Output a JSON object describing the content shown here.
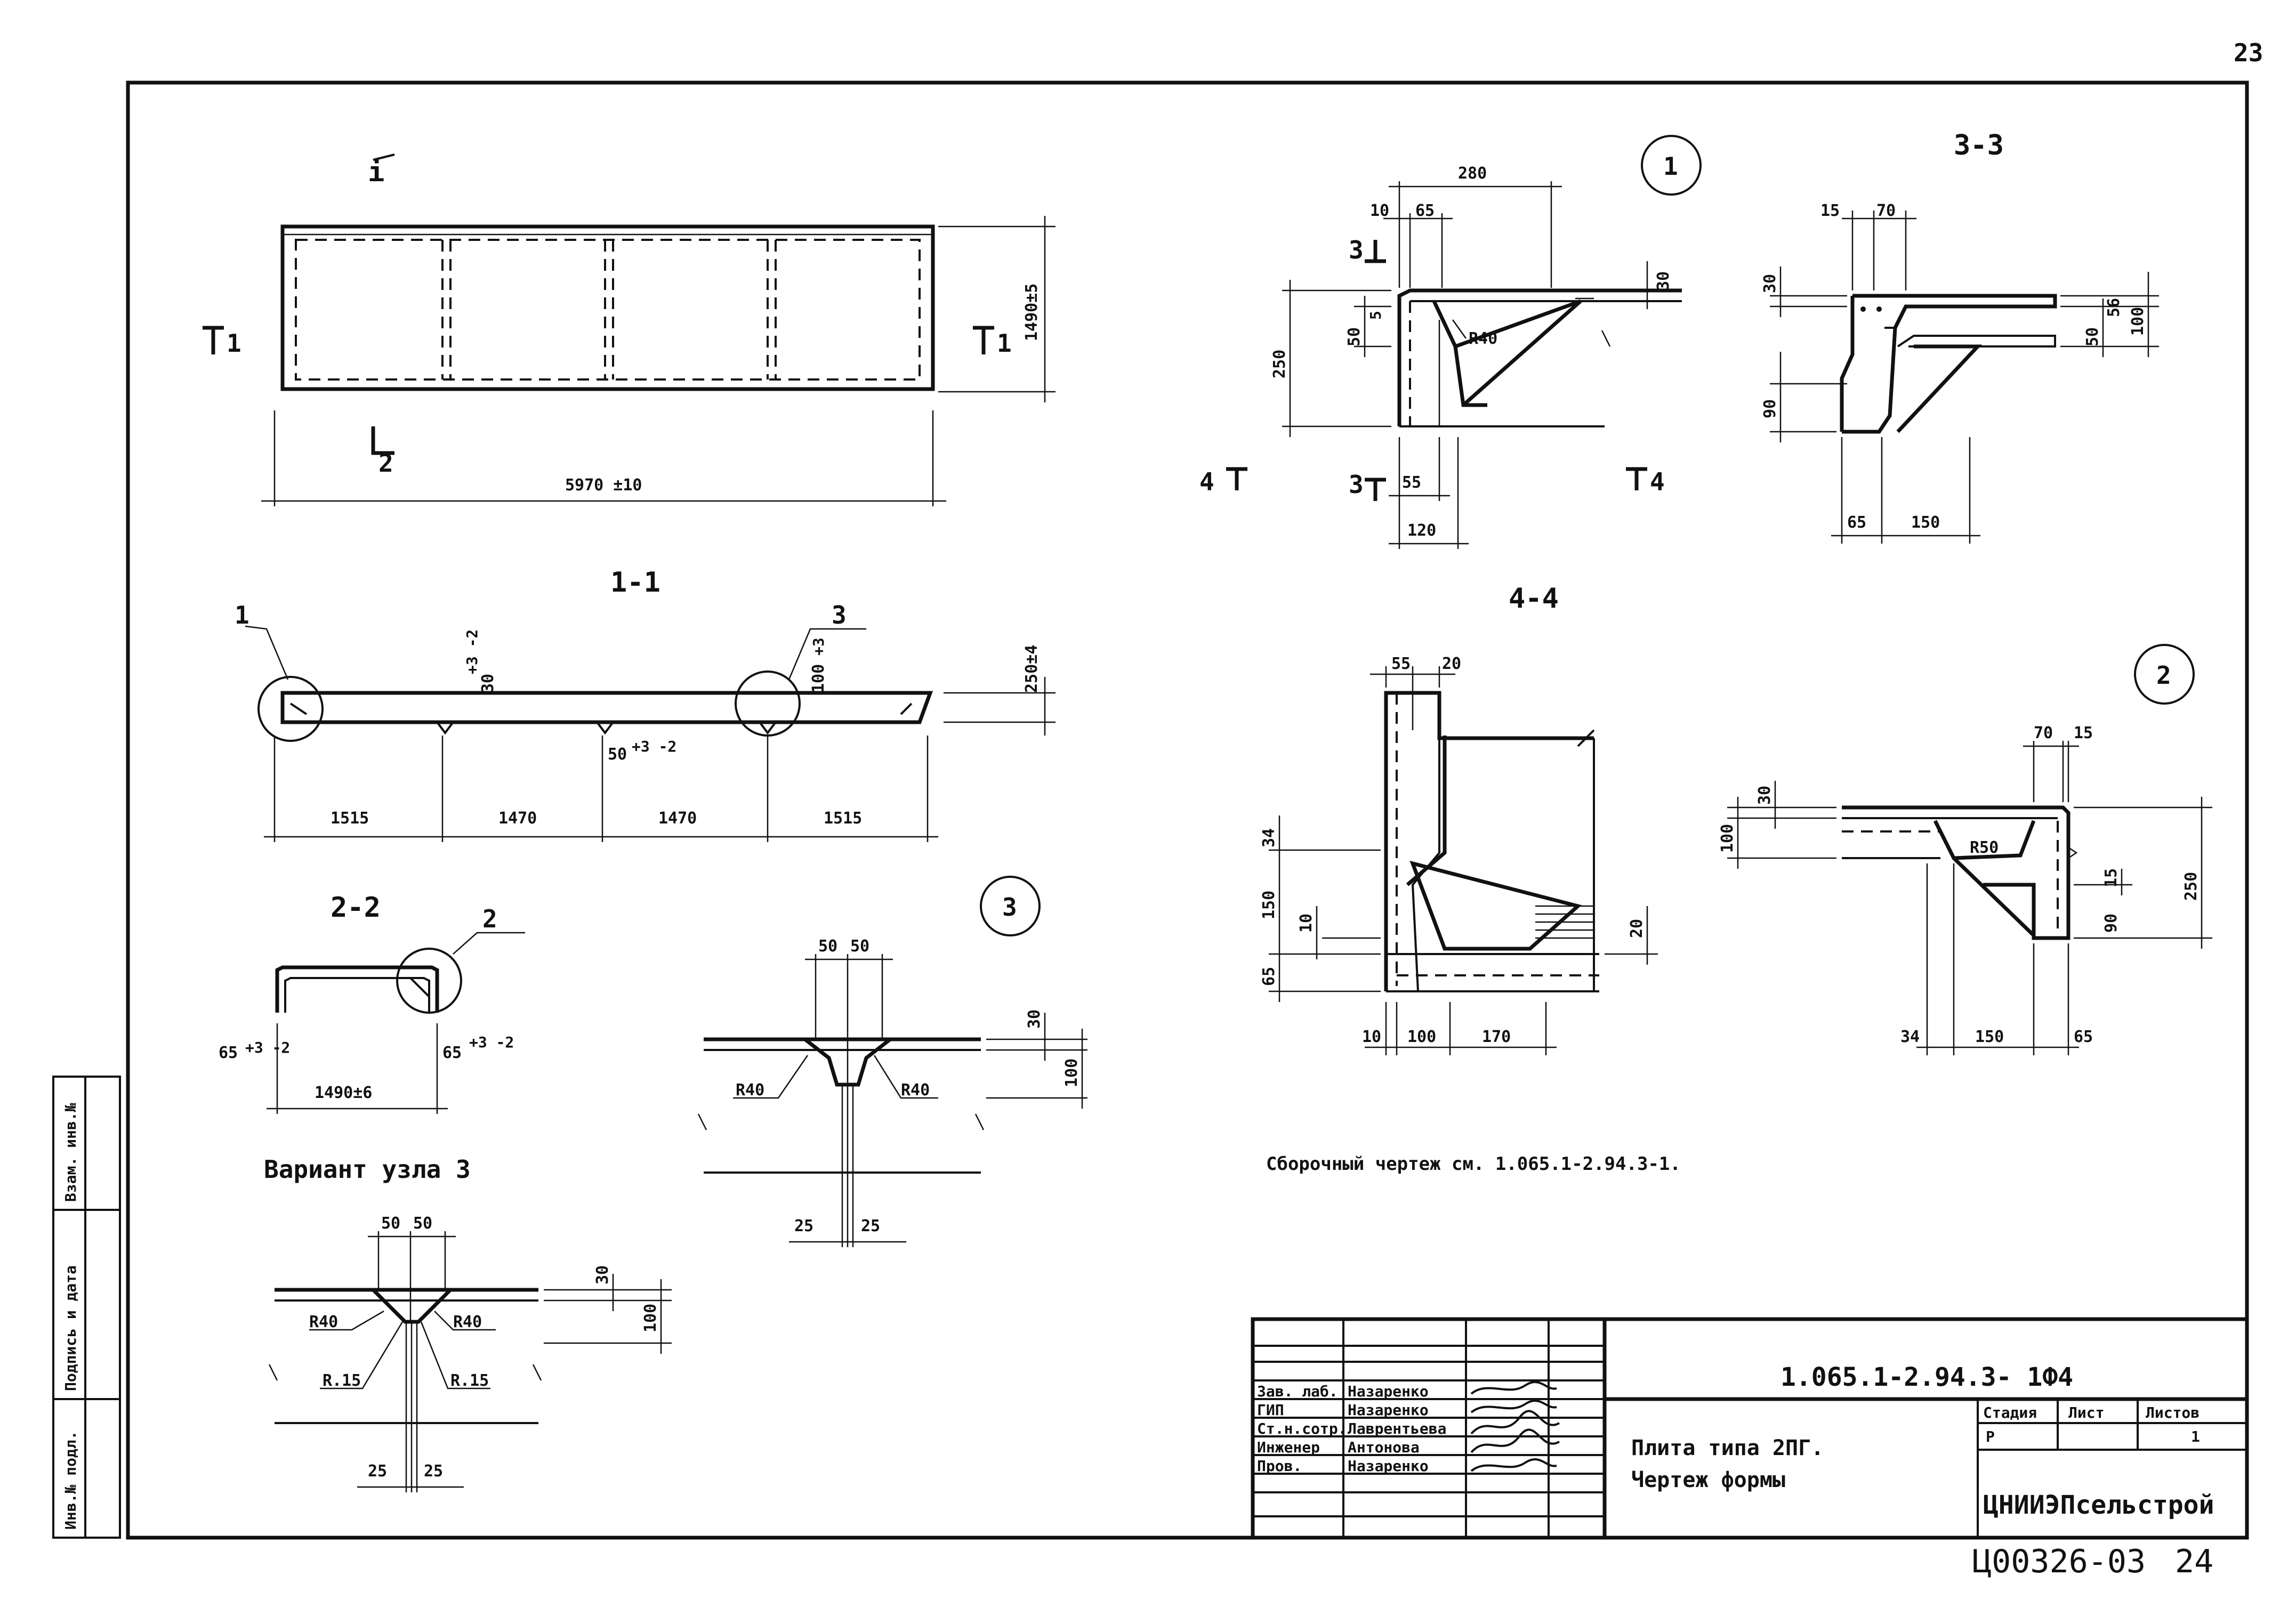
{
  "page_number": "23",
  "plan": {
    "arrow_label": "i",
    "overall_length": "5970 ±10",
    "overall_width": "1490±5",
    "cut_1_left": "1",
    "cut_1_right": "1",
    "cut_2": "2"
  },
  "section_1_1": {
    "title": "1-1",
    "callout_1": "1",
    "callout_3": "3",
    "dim_rib_top": "30",
    "dim_rib_top_tol": "+3 -2",
    "dim_rib_mid": "50",
    "dim_rib_mid_tol": "+3 -2",
    "dim_100": "100",
    "dim_100_tol": "+3",
    "dim_height": "250±4",
    "spans": [
      "1515",
      "1470",
      "1470",
      "1515"
    ]
  },
  "section_2_2": {
    "title": "2-2",
    "callout_2": "2",
    "dim_left": "65",
    "dim_left_tol": "+3 -2",
    "dim_right": "65",
    "dim_right_tol": "+3 -2",
    "width": "1490±6"
  },
  "node_1": {
    "marker": "1",
    "dim_top": "280",
    "dim_10": "10",
    "dim_65": "65",
    "dim_250": "250",
    "dim_50": "50",
    "dim_5": "5",
    "dim_30": "30",
    "radius": "R40",
    "dim_55": "55",
    "dim_120": "120",
    "cut_3": "3",
    "cut_4": "4"
  },
  "section_3_3": {
    "title": "3-3",
    "dim_15": "15",
    "dim_70": "70",
    "dim_30": "30",
    "dim_90": "90",
    "dim_50": "50",
    "dim_56": "56",
    "dim_100": "100",
    "dim_65": "65",
    "dim_150": "150"
  },
  "section_4_4": {
    "title": "4-4",
    "dim_55": "55",
    "dim_20": "20",
    "dim_34": "34",
    "dim_150": "150",
    "dim_10": "10",
    "dim_65": "65",
    "dim_20b": "20",
    "dim_10b": "10",
    "dim_100": "100",
    "dim_170": "170"
  },
  "node_2": {
    "marker": "2",
    "dim_70": "70",
    "dim_15": "15",
    "dim_30": "30",
    "dim_100": "100",
    "radius": "R50",
    "dim_15b": "15",
    "dim_90": "90",
    "dim_250": "250",
    "dim_34": "34",
    "dim_150": "150",
    "dim_65": "65"
  },
  "node_3": {
    "marker": "3",
    "dim_50a": "50",
    "dim_50b": "50",
    "dim_30": "30",
    "dim_100": "100",
    "radius_left": "R40",
    "radius_right": "R40",
    "dim_25a": "25",
    "dim_25b": "25"
  },
  "variant": {
    "title": "Вариант узла 3",
    "dim_50a": "50",
    "dim_50b": "50",
    "dim_30": "30",
    "dim_100": "100",
    "r40_left": "R40",
    "r40_right": "R40",
    "r15_left": "R.15",
    "r15_right": "R.15",
    "dim_25a": "25",
    "dim_25b": "25"
  },
  "note": "Сборочный чертеж см. 1.065.1-2.94.3-1.",
  "side_stamp": [
    "Инв.№ подл.",
    "Подпись и дата",
    "Взам. инв.№"
  ],
  "title_block": {
    "doc_code": "1.065.1-2.94.3- 1Ф4",
    "rows": [
      {
        "role": "Зав. лаб.",
        "name": "Назаренко"
      },
      {
        "role": "ГИП",
        "name": "Назаренко"
      },
      {
        "role": "Ст.н.сотр.",
        "name": "Лаврентьева"
      },
      {
        "role": "Инженер",
        "name": "Антонова"
      },
      {
        "role": "Пров.",
        "name": "Назаренко"
      }
    ],
    "description_line1": "Плита типа 2ПГ.",
    "description_line2": "Чертеж формы",
    "stage_header": "Стадия",
    "sheet_header": "Лист",
    "sheets_header": "Листов",
    "stage_value": "Р",
    "sheets_value": "1",
    "organization": "ЦНИИЭПсельстрой"
  },
  "archive_number": "Ц00326-03",
  "archive_sheet": "24"
}
